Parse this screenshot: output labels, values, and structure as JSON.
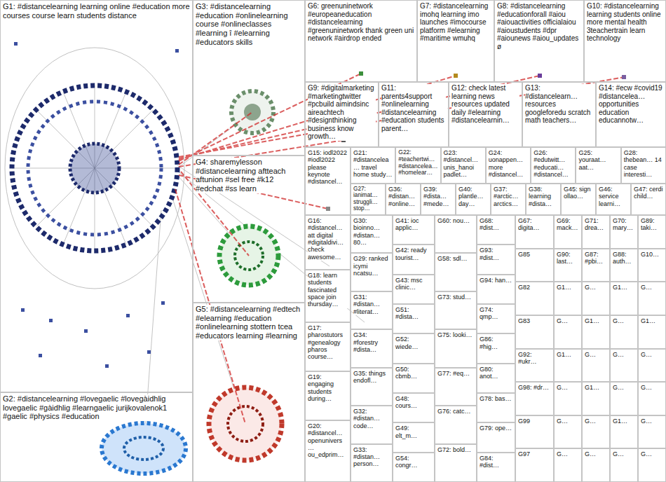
{
  "diagram": {
    "nodes": [
      {
        "text": [
          "G1: #distancelearning learning online #education more courses course learn students distance"
        ]
      },
      {
        "text": [
          "G2: #distancelearning #lovegaelic #lovegàidhlig lovegaelic #gàidhlig #learngaelic jurijkovalenok1 #gaelic #physics #education"
        ]
      },
      {
        "text": [
          "G3: #distancelearning #education #onlinelearning course #onlineclasses #learning î #elearning #educators skills"
        ]
      },
      {
        "text": [
          "G4: sharemylesson #distancelearning aftteach aftunion #sel free #k12 #edchat #ss learn"
        ]
      },
      {
        "text": [
          "G5: #distancelearning #edtech #elearning #education #onlinelearning stottern tcea #educators learning #learning"
        ]
      },
      {
        "text": [
          "G6: greenuninetwork #europeaneducation #distancelearning #greenuninetwork thank green uni network #airdrop ended"
        ]
      },
      {
        "text": [
          "G7: #distancelearning imohq learning imo launches #imocourse platform #elearning #maritime wmuhq"
        ]
      },
      {
        "text": [
          "G8: #distancelearning #educationforall #aiou #aiouactivities officialaiou #aioustudents #dpr #aiounews #aiou_updates ø"
        ]
      },
      {
        "text": [
          "G10: #distancelearning learning students online more mental health 3teachertrain learn technology"
        ]
      },
      {
        "text": [
          "G9: #digitalmarketing #marketingtwitter #pcbuild aimindsinc aireachtech #designthinking business know growth…"
        ]
      },
      {
        "text": [
          "G11: parents4support #onlinelearning #distancelearning #education students parent…"
        ]
      },
      {
        "text": [
          "G12: check latest learning news resources updated daily #elearning #distancelearnin…"
        ]
      },
      {
        "text": [
          "G13: #distancelearn… resources googleforedu scratch math teachers…"
        ]
      },
      {
        "text": [
          "G14: #ecw #covid19 #distancelea… opportunities education educannotw…"
        ]
      },
      {
        "text": [
          "G15: iodl2022 #iodl2022 please keynote #distancel…"
        ]
      },
      {
        "text": [
          "G16: #distancel… att digital #digitaldivi… check awesome…"
        ]
      },
      {
        "text": [
          "G18: learn students fascinated space join thursday…"
        ]
      },
      {
        "text": [
          "G17: pharostutors #genealogy pharos course…"
        ]
      },
      {
        "text": [
          "G19: engaging students during…"
        ]
      },
      {
        "text": [
          "G20: #distancel… openunivers… ou_edprim…"
        ]
      },
      {
        "text": [
          "G21: #distancelea… travel home study…"
        ]
      },
      {
        "text": [
          "G22: #teachertwi… #distancelea… #homelear…"
        ]
      },
      {
        "text": [
          "G23: #distancel… unis_hanoi padlet…"
        ]
      },
      {
        "text": [
          "G24: uonappen… more #distancel…"
        ]
      },
      {
        "text": [
          "G26: #edutwitt… #educati… #distancel…"
        ]
      },
      {
        "text": [
          "G25: youraat… aat…"
        ]
      },
      {
        "text": [
          "G28: thebean… 14 case interesti…"
        ]
      },
      {
        "text": [
          "G27: ianimat… struggli… stop…"
        ]
      },
      {
        "text": [
          "G36: #distan… #online…"
        ]
      },
      {
        "text": [
          "G39: #dista… #mede…"
        ]
      },
      {
        "text": [
          "G40: plantle… day…"
        ]
      },
      {
        "text": [
          "G37: #arctic… arctics…"
        ]
      },
      {
        "text": [
          "G38: learning #dista…"
        ]
      },
      {
        "text": [
          "G45: sign ollao…"
        ]
      },
      {
        "text": [
          "G46: service learni…"
        ]
      },
      {
        "text": [
          "G47: cerdi child…"
        ]
      },
      {
        "text": [
          "G30: bioinno… #distan… 80…"
        ]
      },
      {
        "text": [
          "G29: ranked icymi ncatsu…"
        ]
      },
      {
        "text": [
          "G31: #distan… #literat…"
        ]
      },
      {
        "text": [
          "G34: #forestry #dista…"
        ]
      },
      {
        "text": [
          "G35: things endofl…"
        ]
      },
      {
        "text": [
          "G32: #distan… code…"
        ]
      },
      {
        "text": [
          "G33: #distan… person…"
        ]
      },
      {
        "text": [
          "G41: ioc applic…"
        ]
      },
      {
        "text": [
          "G42: ready tourist…"
        ]
      },
      {
        "text": [
          "G43: msc clinic…"
        ]
      },
      {
        "text": [
          "G51: #dista…"
        ]
      },
      {
        "text": [
          "G52: wiede…"
        ]
      },
      {
        "text": [
          "G50: cbmb…"
        ]
      },
      {
        "text": [
          "G48: cours…"
        ]
      },
      {
        "text": [
          "G49: elt_m…"
        ]
      },
      {
        "text": [
          "G54: congr…"
        ]
      },
      {
        "text": [
          "G60: nou…"
        ]
      },
      {
        "text": [
          "G58: sdl…"
        ]
      },
      {
        "text": [
          "G73: stud…"
        ]
      },
      {
        "text": [
          "G75: looki…"
        ]
      },
      {
        "text": [
          "G77: #eq…"
        ]
      },
      {
        "text": [
          "G76: catc…"
        ]
      },
      {
        "text": [
          "G72: bold…"
        ]
      },
      {
        "text": [
          "G68: #dist…"
        ]
      },
      {
        "text": [
          "G93: #dist…"
        ]
      },
      {
        "text": [
          "G94: han…"
        ]
      },
      {
        "text": [
          "G74: qmp…"
        ]
      },
      {
        "text": [
          "G86: #hig…"
        ]
      },
      {
        "text": [
          "G80: anot…"
        ]
      },
      {
        "text": [
          "G78: bas…"
        ]
      },
      {
        "text": [
          "G79: ope…"
        ]
      },
      {
        "text": [
          "G84: #dist…"
        ]
      },
      {
        "text": [
          "G67: digita…"
        ]
      },
      {
        "text": [
          "G85"
        ]
      },
      {
        "text": [
          "G82"
        ]
      },
      {
        "text": [
          "G83"
        ]
      },
      {
        "text": [
          "G92: #ukr…"
        ]
      },
      {
        "text": [
          "G98: #dr…"
        ]
      },
      {
        "text": [
          "G99"
        ]
      },
      {
        "text": [
          "G97"
        ]
      },
      {
        "text": [
          "G69: mack…"
        ]
      },
      {
        "text": [
          "G71: drea…"
        ]
      },
      {
        "text": [
          "G70: mary…"
        ]
      },
      {
        "text": [
          "G89: taki…"
        ]
      },
      {
        "text": [
          "G90: last…"
        ]
      },
      {
        "text": [
          "G87: #pbi…"
        ]
      },
      {
        "text": [
          "G88: auth…"
        ]
      },
      {
        "text": [
          "G10…"
        ]
      },
      {
        "text": [
          "G1…"
        ]
      },
      {
        "text": [
          "G…"
        ]
      },
      {
        "text": [
          "G1…"
        ]
      },
      {
        "text": [
          "G…"
        ]
      },
      {
        "text": [
          "G…"
        ]
      },
      {
        "text": [
          "G1…"
        ]
      },
      {
        "text": [
          "G…"
        ]
      },
      {
        "text": [
          "G1…"
        ]
      },
      {
        "text": [
          "G1…"
        ]
      },
      {
        "text": [
          "G…"
        ]
      },
      {
        "text": [
          "G…"
        ]
      },
      {
        "text": [
          "G…"
        ]
      },
      {
        "text": [
          "G…"
        ]
      },
      {
        "text": [
          "G1…"
        ]
      },
      {
        "text": [
          "G…"
        ]
      },
      {
        "text": [
          "G…"
        ]
      },
      {
        "text": [
          "G…"
        ]
      },
      {
        "text": [
          "G…"
        ]
      },
      {
        "text": [
          "G1…"
        ]
      },
      {
        "text": [
          "G…"
        ]
      },
      {
        "text": [
          "G…"
        ]
      },
      {
        "text": [
          "G…"
        ]
      },
      {
        "text": [
          "G…"
        ]
      },
      {
        "text": [
          "G…"
        ]
      }
    ]
  }
}
